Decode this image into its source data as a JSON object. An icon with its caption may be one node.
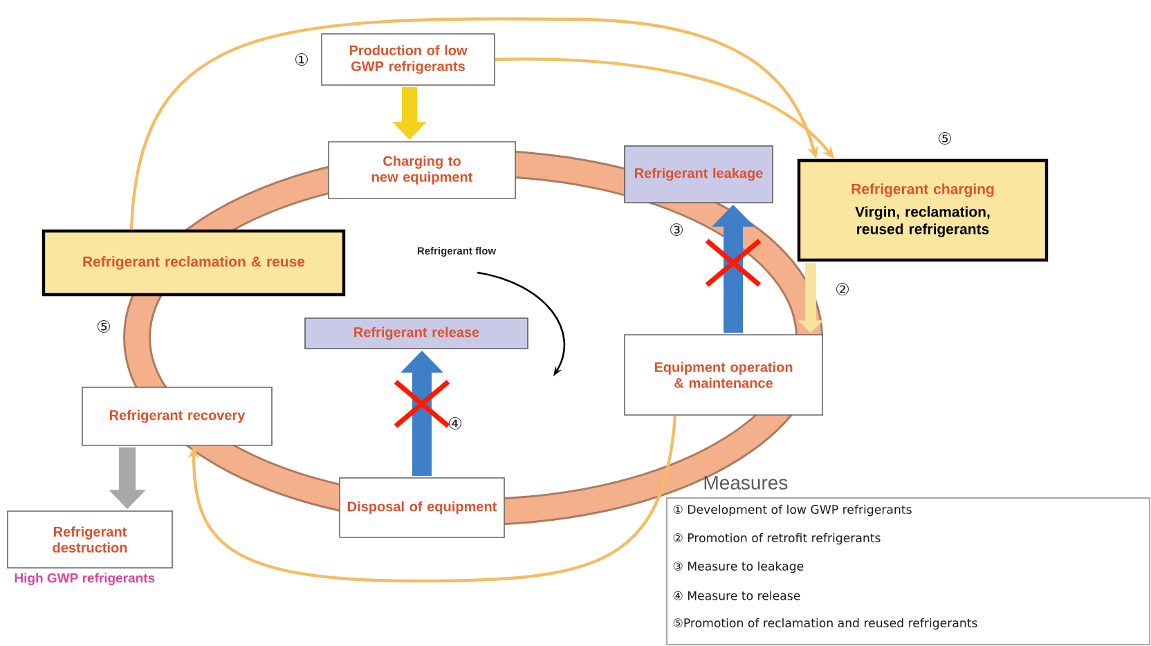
{
  "diagram": {
    "nodes": [
      {
        "text": [
          "Production of low GWP refrigerants"
        ],
        "beside": [
          "①"
        ]
      },
      {
        "text": [
          "Charging to new equipment"
        ]
      },
      {
        "text": [
          "Refrigerant leakage"
        ]
      },
      {
        "text": [
          "Refrigerant charging",
          "Virgin, reclamation, reused refrigerants"
        ],
        "beside": [
          "⑤"
        ]
      },
      {
        "text": [
          "Refrigerant reclamation & reuse"
        ]
      },
      {
        "text": [
          "Refrigerant release"
        ]
      },
      {
        "text": [
          "Equipment operation & maintenance"
        ]
      },
      {
        "text": [
          "Refrigerant recovery"
        ]
      },
      {
        "text": [
          "Disposal of equipment"
        ]
      },
      {
        "text": [
          "Refrigerant destruction"
        ],
        "beside": [
          "High GWP refrigerants"
        ]
      }
    ],
    "edges": [
      {
        "from": 0,
        "to": 1,
        "arrow": "to",
        "color": "#f2d21a"
      },
      {
        "from": 6,
        "to": 2,
        "arrow": "to",
        "color": "#3f7fc8"
      },
      {
        "from": 3,
        "to": 6,
        "arrow": "to",
        "color": "#f8e49a"
      },
      {
        "from": 8,
        "to": 5,
        "arrow": "to",
        "color": "#3f7fc8"
      },
      {
        "from": 7,
        "to": 9,
        "arrow": "to",
        "color": "#a8a8a8"
      },
      {
        "from": 4,
        "to": 3,
        "arrow": "to"
      },
      {
        "from": 0,
        "to": 3,
        "arrow": "to"
      },
      {
        "from": 6,
        "to": 7,
        "arrow": "to"
      }
    ],
    "labels": [
      "Refrigerant flow",
      "③",
      "②",
      "⑤",
      "④",
      "Measures",
      "① Development of low GWP refrigerants",
      "② Promotion of retrofit refrigerants",
      "③ Measure to leakage",
      "④ Measure to release",
      "⑤Promotion of reclamation and reused refrigerants"
    ]
  }
}
